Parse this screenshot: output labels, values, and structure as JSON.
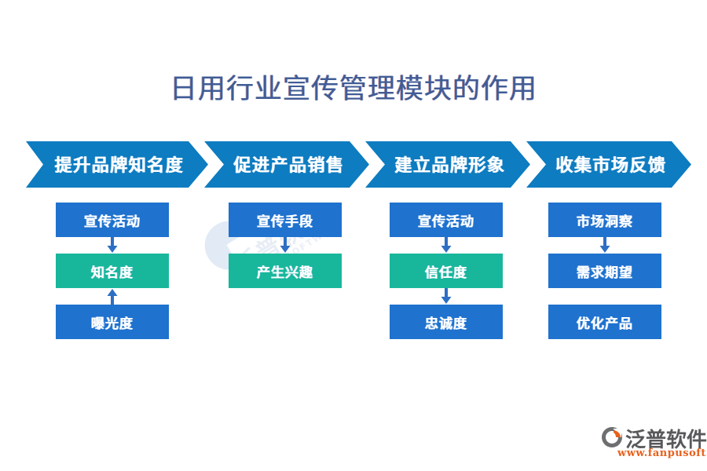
{
  "page": {
    "title": "日用行业宣传管理模块的作用",
    "title_color": "#3f5c96",
    "background_color": "#ffffff"
  },
  "colors": {
    "chevron_blue": "#0d7cc0",
    "box_blue": "#1f72ce",
    "box_teal": "#18b79c",
    "arrow_blue": "#2d6fc4",
    "title_slate": "#3f5c96",
    "logo_orange": "#e8601c",
    "logo_gray": "#58595b"
  },
  "chevrons": [
    {
      "label": "提升品牌知名度"
    },
    {
      "label": "促进产品销售"
    },
    {
      "label": "建立品牌形象"
    },
    {
      "label": "收集市场反馈"
    }
  ],
  "columns": [
    {
      "name": "column-brand-awareness",
      "nodes": [
        {
          "label": "宣传活动",
          "color": "blue"
        },
        {
          "label": "知名度",
          "color": "teal"
        },
        {
          "label": "曝光度",
          "color": "blue"
        }
      ],
      "connectors": [
        {
          "type": "arrow",
          "direction": "down"
        },
        {
          "type": "arrow",
          "direction": "up"
        }
      ]
    },
    {
      "name": "column-product-sales",
      "nodes": [
        {
          "label": "宣传手段",
          "color": "blue"
        },
        {
          "label": "产生兴趣",
          "color": "teal"
        }
      ],
      "connectors": [
        {
          "type": "arrow",
          "direction": "down"
        }
      ]
    },
    {
      "name": "column-brand-image",
      "nodes": [
        {
          "label": "宣传活动",
          "color": "blue"
        },
        {
          "label": "信任度",
          "color": "teal"
        },
        {
          "label": "忠诚度",
          "color": "blue"
        }
      ],
      "connectors": [
        {
          "type": "arrow",
          "direction": "down"
        },
        {
          "type": "arrow",
          "direction": "down"
        }
      ]
    },
    {
      "name": "column-market-feedback",
      "nodes": [
        {
          "label": "市场洞察",
          "color": "blue"
        },
        {
          "label": "需求期望",
          "color": "blue"
        },
        {
          "label": "优化产品",
          "color": "blue"
        }
      ],
      "connectors": [
        {
          "type": "arrow",
          "direction": "down"
        },
        {
          "type": "gap",
          "direction": "none"
        }
      ]
    }
  ],
  "watermark": {
    "name": "泛普软件",
    "url": "FANPU SOFTWARE"
  },
  "brand": {
    "name": "泛普软件",
    "url": "www.fanpusoft.com",
    "mark": "fanpu-logo-icon"
  }
}
